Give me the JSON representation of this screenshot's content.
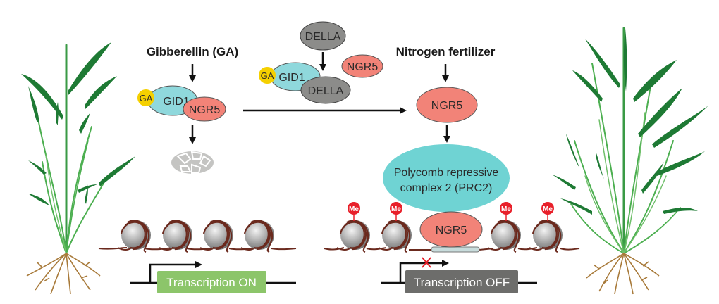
{
  "labels": {
    "gibberellin": "Gibberellin (GA)",
    "nitrogen": "Nitrogen fertilizer",
    "prc2_line1": "Polycomb repressive",
    "prc2_line2": "complex 2 (PRC2)",
    "transcription_on": "Transcription ON",
    "transcription_off": "Transcription OFF"
  },
  "proteins": {
    "ga": "GA",
    "gid1": "GID1",
    "ngr5": "NGR5",
    "della": "DELLA"
  },
  "methyl_mark": "Me",
  "colors": {
    "ga_yellow": "#f5d000",
    "gid1_cyan": "#8fd8dc",
    "ngr5_salmon": "#f28378",
    "della_gray": "#8c8c8a",
    "prc2_teal": "#6fd3d3",
    "transcription_on_green": "#8cc56a",
    "transcription_off_gray": "#6d6d6b",
    "methyl_red": "#e8202a",
    "dna_brown": "#6b2a1e",
    "leaf_dark": "#1e7a34",
    "leaf_light": "#4caf50",
    "root_brown": "#a87a3a"
  }
}
